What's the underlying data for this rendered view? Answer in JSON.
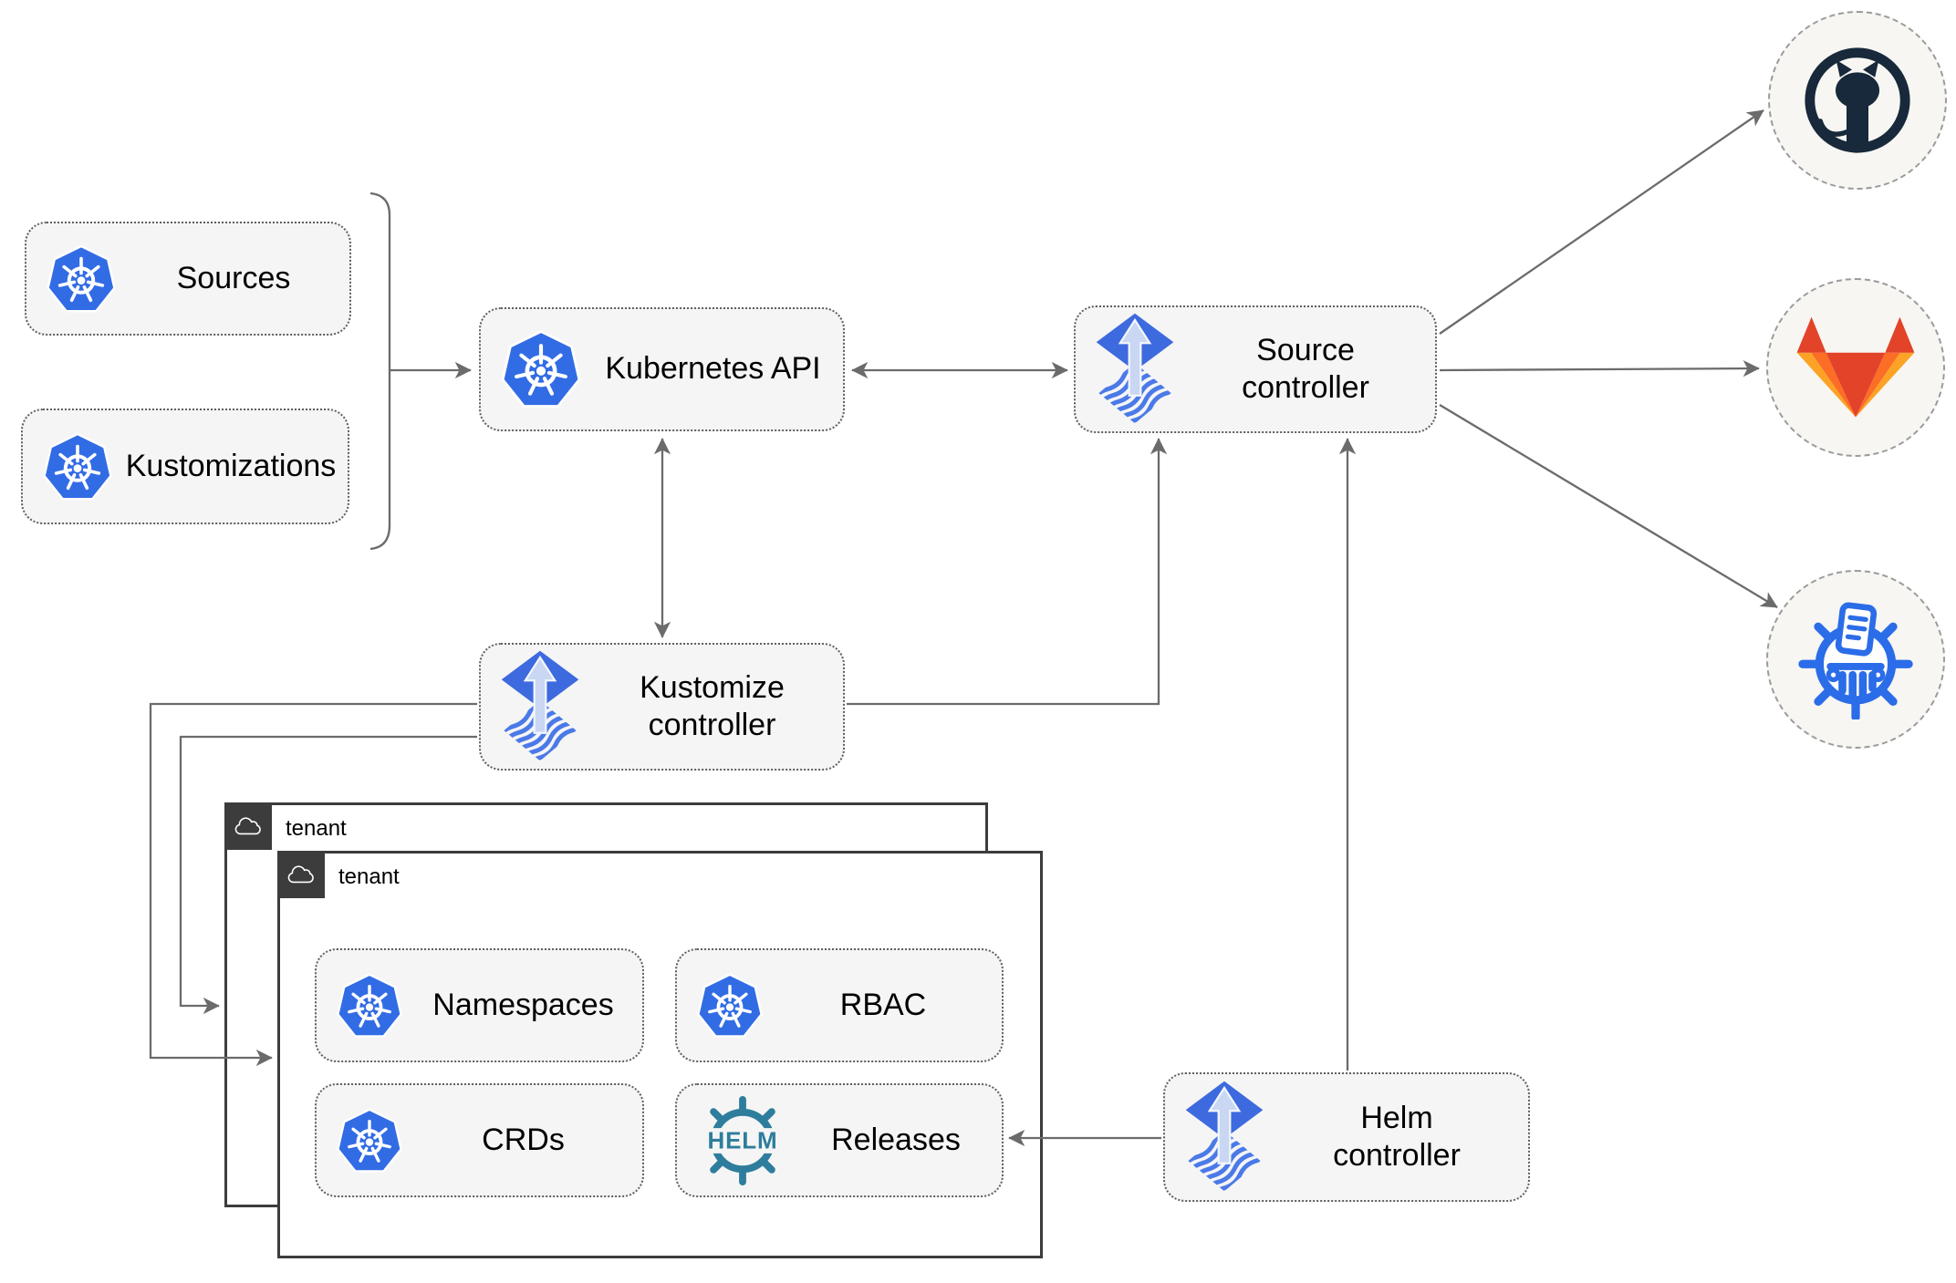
{
  "nodes": {
    "sources": {
      "label": "Sources",
      "icon": "kubernetes"
    },
    "kustomizations": {
      "label": "Kustomizations",
      "icon": "kubernetes"
    },
    "kubernetes_api": {
      "label": "Kubernetes API",
      "icon": "kubernetes"
    },
    "source_controller": {
      "label": "Source controller",
      "icon": "flux"
    },
    "kustomize_controller": {
      "label": "Kustomize controller",
      "icon": "flux"
    },
    "helm_controller": {
      "label": "Helm controller",
      "icon": "flux"
    },
    "tenant_back": {
      "label": "tenant",
      "icon": "cloud"
    },
    "tenant_front": {
      "label": "tenant",
      "icon": "cloud"
    },
    "namespaces": {
      "label": "Namespaces",
      "icon": "kubernetes"
    },
    "rbac": {
      "label": "RBAC",
      "icon": "kubernetes"
    },
    "crds": {
      "label": "CRDs",
      "icon": "kubernetes"
    },
    "releases": {
      "label": "Releases",
      "icon": "helm-wheel",
      "logo_text": "HELM"
    }
  },
  "external_targets": {
    "github": {
      "icon": "github-octocat"
    },
    "gitlab": {
      "icon": "gitlab-tanuki"
    },
    "chartmuseum": {
      "icon": "chartmuseum-wheel"
    }
  },
  "colors": {
    "kubernetes_blue": "#326ce5",
    "flux_diamond_blue": "#3d6ade",
    "flux_stripe_blue": "#4b7ae8",
    "flux_arrow_light": "#c9d7f3",
    "helm_teal": "#2e7d9c",
    "chartmuseum_blue": "#2b6ce8",
    "github_dark": "#17293a",
    "gitlab_red": "#e24329",
    "gitlab_orange": "#fc6d26",
    "gitlab_yellow": "#fca326",
    "node_fill": "#f5f5f5",
    "line_gray": "#6b6b6b",
    "tenant_dark": "#3c3c3c"
  }
}
